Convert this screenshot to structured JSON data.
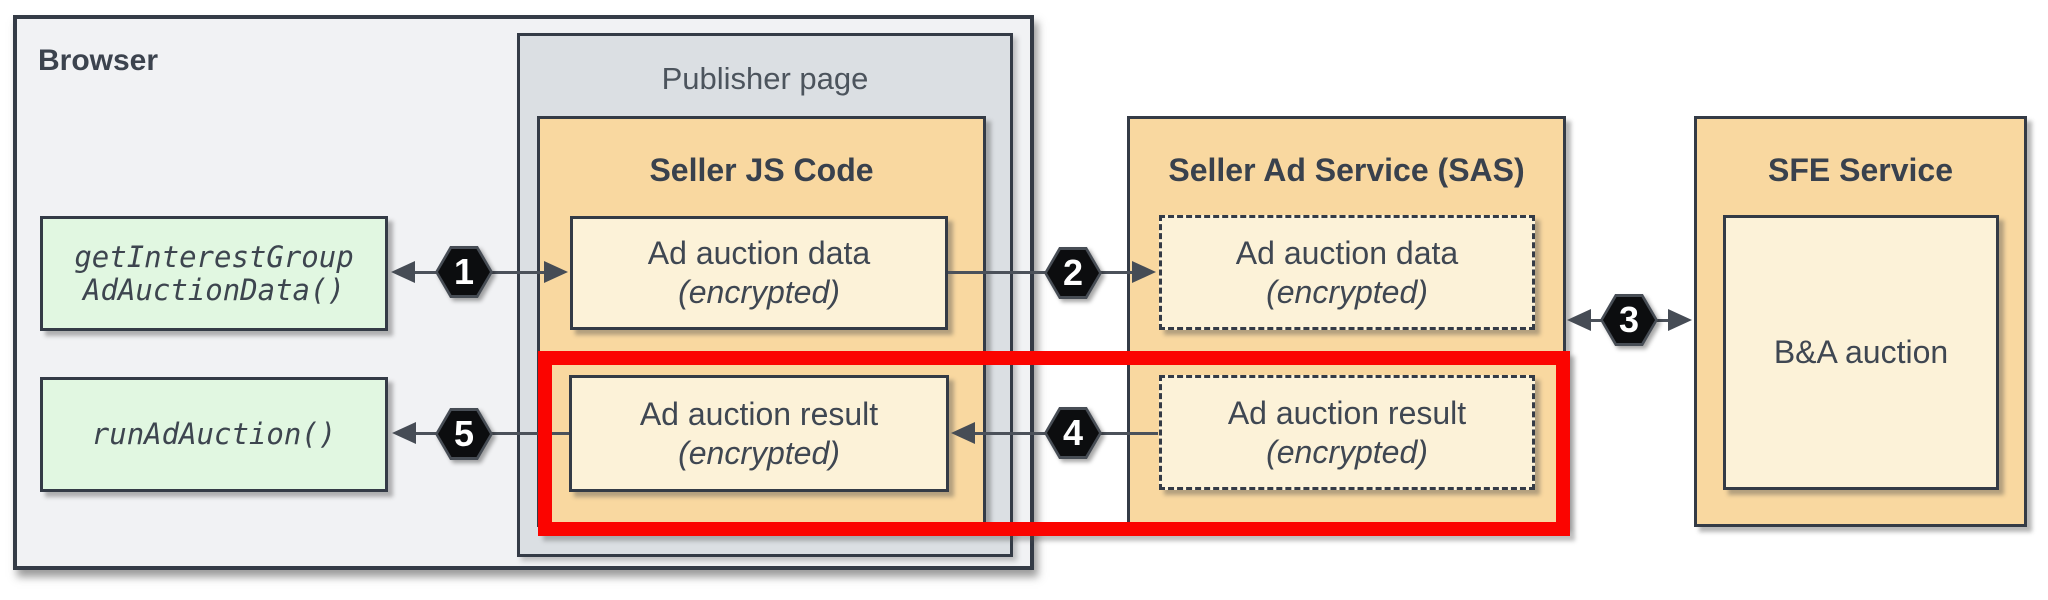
{
  "browser": {
    "label": "Browser",
    "get_interest_group_box": {
      "line1": "getInterestGroup",
      "line2": "AdAuctionData()"
    },
    "run_ad_auction_box": {
      "label": "runAdAuction()"
    }
  },
  "publisher_page": {
    "label": "Publisher page",
    "seller_js": {
      "label": "Seller JS Code",
      "data_box": {
        "line1": "Ad auction data",
        "line2": "(encrypted)"
      },
      "result_box": {
        "line1": "Ad auction result",
        "line2": "(encrypted)"
      }
    }
  },
  "seller_ad_service": {
    "label": "Seller Ad Service (SAS)",
    "data_box": {
      "line1": "Ad auction data",
      "line2": "(encrypted)"
    },
    "result_box": {
      "line1": "Ad auction result",
      "line2": "(encrypted)"
    }
  },
  "sfe_service": {
    "label": "SFE Service",
    "ba_auction_box": {
      "label": "B&A auction"
    }
  },
  "steps": [
    "1",
    "2",
    "3",
    "4",
    "5"
  ],
  "colors": {
    "container_orange": "#F9D8A0",
    "inner_cream": "#FCF2D8",
    "api_green": "#E1F7E1",
    "publisher_gray": "#DBDFE3",
    "browser_gray": "#F1F2F4",
    "border_dark": "#343B46",
    "arrow_gray": "#4B515A",
    "highlight_red": "#FB0400",
    "badge_black": "#0C0D0F",
    "badge_text": "#FFFFFF"
  }
}
